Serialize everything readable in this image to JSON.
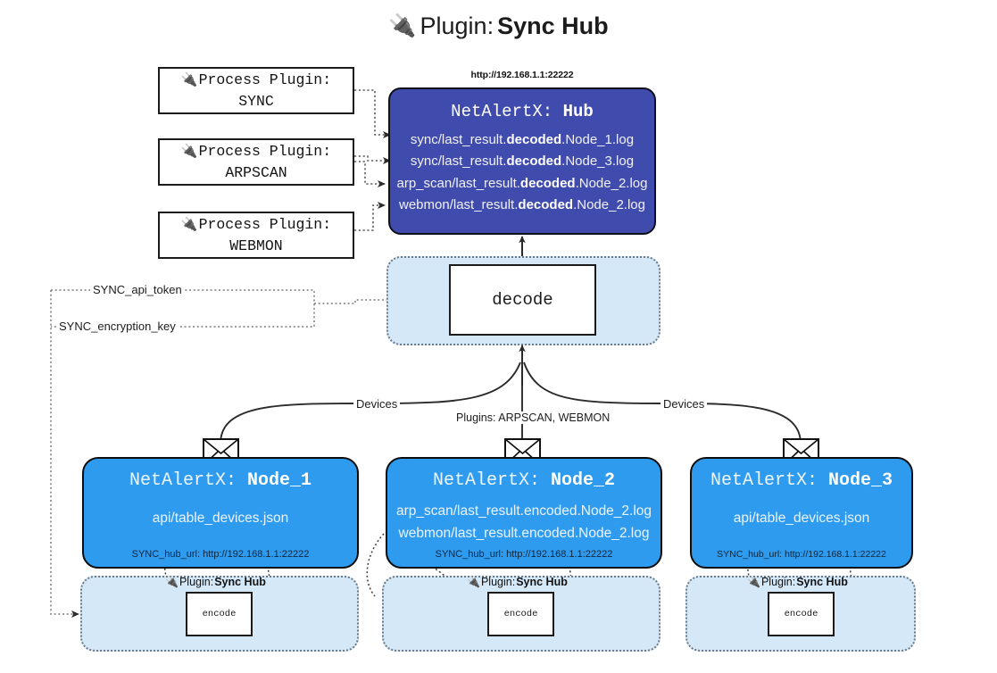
{
  "page": {
    "title_icon": "plug-icon",
    "title_prefix": "Plugin:",
    "title_name": "Sync Hub"
  },
  "process_plugins": [
    {
      "icon": "plug-icon",
      "line1": "Process Plugin:",
      "line2": "SYNC"
    },
    {
      "icon": "plug-icon",
      "line1": "Process Plugin:",
      "line2": "ARPSCAN"
    },
    {
      "icon": "plug-icon",
      "line1": "Process Plugin:",
      "line2": "WEBMON"
    }
  ],
  "hub": {
    "url": "http://192.168.1.1:22222",
    "title_prefix": "NetAlertX:",
    "title_name": "Hub",
    "logs": [
      {
        "pre": "sync/last_result.",
        "em": "decoded",
        "post": ".Node_1.log"
      },
      {
        "pre": "sync/last_result.",
        "em": "decoded",
        "post": ".Node_3.log"
      },
      {
        "pre": "arp_scan/last_result.",
        "em": "decoded",
        "post": ".Node_2.log"
      },
      {
        "pre": "webmon/last_result.",
        "em": "decoded",
        "post": ".Node_2.log"
      }
    ]
  },
  "decode": {
    "label": "decode"
  },
  "secrets": [
    {
      "label": "SYNC_api_token"
    },
    {
      "label": "SYNC_encryption_key"
    }
  ],
  "edge_labels": {
    "devices_left": "Devices",
    "devices_right": "Devices",
    "plugins_center": "Plugins: ARPSCAN, WEBMON"
  },
  "nodes": [
    {
      "title_prefix": "NetAlertX:",
      "title_name": "Node_1",
      "lines": [
        "api/table_devices.json"
      ],
      "footer": "SYNC_hub_url: http://192.168.1.1:22222",
      "plugin_label_prefix": "Plugin:",
      "plugin_label_name": "Sync Hub",
      "encode_label": "encode"
    },
    {
      "title_prefix": "NetAlertX:",
      "title_name": "Node_2",
      "lines": [
        "arp_scan/last_result.encoded.Node_2.log",
        "webmon/last_result.encoded.Node_2.log"
      ],
      "footer": "SYNC_hub_url: http://192.168.1.1:22222",
      "plugin_label_prefix": "Plugin:",
      "plugin_label_name": "Sync Hub",
      "encode_label": "encode"
    },
    {
      "title_prefix": "NetAlertX:",
      "title_name": "Node_3",
      "lines": [
        "api/table_devices.json"
      ],
      "footer": "SYNC_hub_url: http://192.168.1.1:22222",
      "plugin_label_prefix": "Plugin:",
      "plugin_label_name": "Sync Hub",
      "encode_label": "encode"
    }
  ],
  "colors": {
    "hub_fill": "#3f4bad",
    "node_fill": "#2f9bef",
    "group_fill": "#d5e8f8",
    "stroke": "#1b1b1b"
  },
  "icons": {
    "plug": "🔌",
    "envelope": "envelope-icon"
  }
}
